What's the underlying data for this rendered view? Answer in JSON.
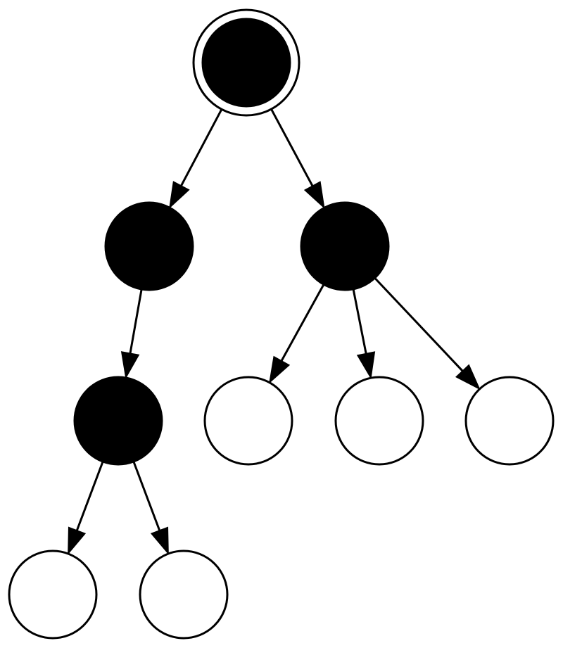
{
  "diagram": {
    "type": "tree",
    "colors": {
      "filled": "#000000",
      "empty": "#ffffff",
      "stroke": "#000000"
    },
    "nodes": [
      {
        "id": "root",
        "state": "filled",
        "double_outline": true
      },
      {
        "id": "a",
        "state": "filled"
      },
      {
        "id": "b",
        "state": "filled"
      },
      {
        "id": "a1",
        "state": "filled"
      },
      {
        "id": "b1",
        "state": "empty"
      },
      {
        "id": "b2",
        "state": "empty"
      },
      {
        "id": "b3",
        "state": "empty"
      },
      {
        "id": "a1x",
        "state": "empty"
      },
      {
        "id": "a1y",
        "state": "empty"
      }
    ],
    "edges": [
      {
        "from": "root",
        "to": "a"
      },
      {
        "from": "root",
        "to": "b"
      },
      {
        "from": "a",
        "to": "a1"
      },
      {
        "from": "b",
        "to": "b1"
      },
      {
        "from": "b",
        "to": "b2"
      },
      {
        "from": "b",
        "to": "b3"
      },
      {
        "from": "a1",
        "to": "a1x"
      },
      {
        "from": "a1",
        "to": "a1y"
      }
    ]
  }
}
